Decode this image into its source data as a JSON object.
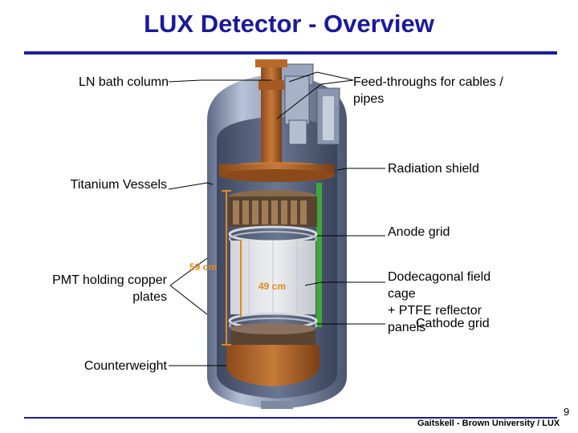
{
  "title": "LUX Detector - Overview",
  "labels": {
    "ln_bath": "LN bath column",
    "feedthroughs_line1": "Feed-throughs for cables /",
    "feedthroughs_line2": "pipes",
    "radiation_shield": "Radiation shield",
    "titanium_vessels": "Titanium Vessels",
    "anode_grid": "Anode grid",
    "pmt_line1": "PMT holding copper",
    "pmt_line2": "plates",
    "field_cage_line1": "Dodecagonal field",
    "field_cage_line2": "cage",
    "field_cage_line3": "+ PTFE reflector",
    "field_cage_line4": "panels",
    "cathode_grid": "Cathode grid",
    "counterweight": "Counterweight"
  },
  "dimensions": {
    "outer_height": "59 cm",
    "inner_height": "49 cm"
  },
  "footer": "Gaitskell - Brown University / LUX",
  "page_number": "9",
  "colors": {
    "title": "#1a1a9a",
    "copper": "#b8692a",
    "vessel": "#8e9bb5",
    "dimension": "#e08a1a"
  }
}
